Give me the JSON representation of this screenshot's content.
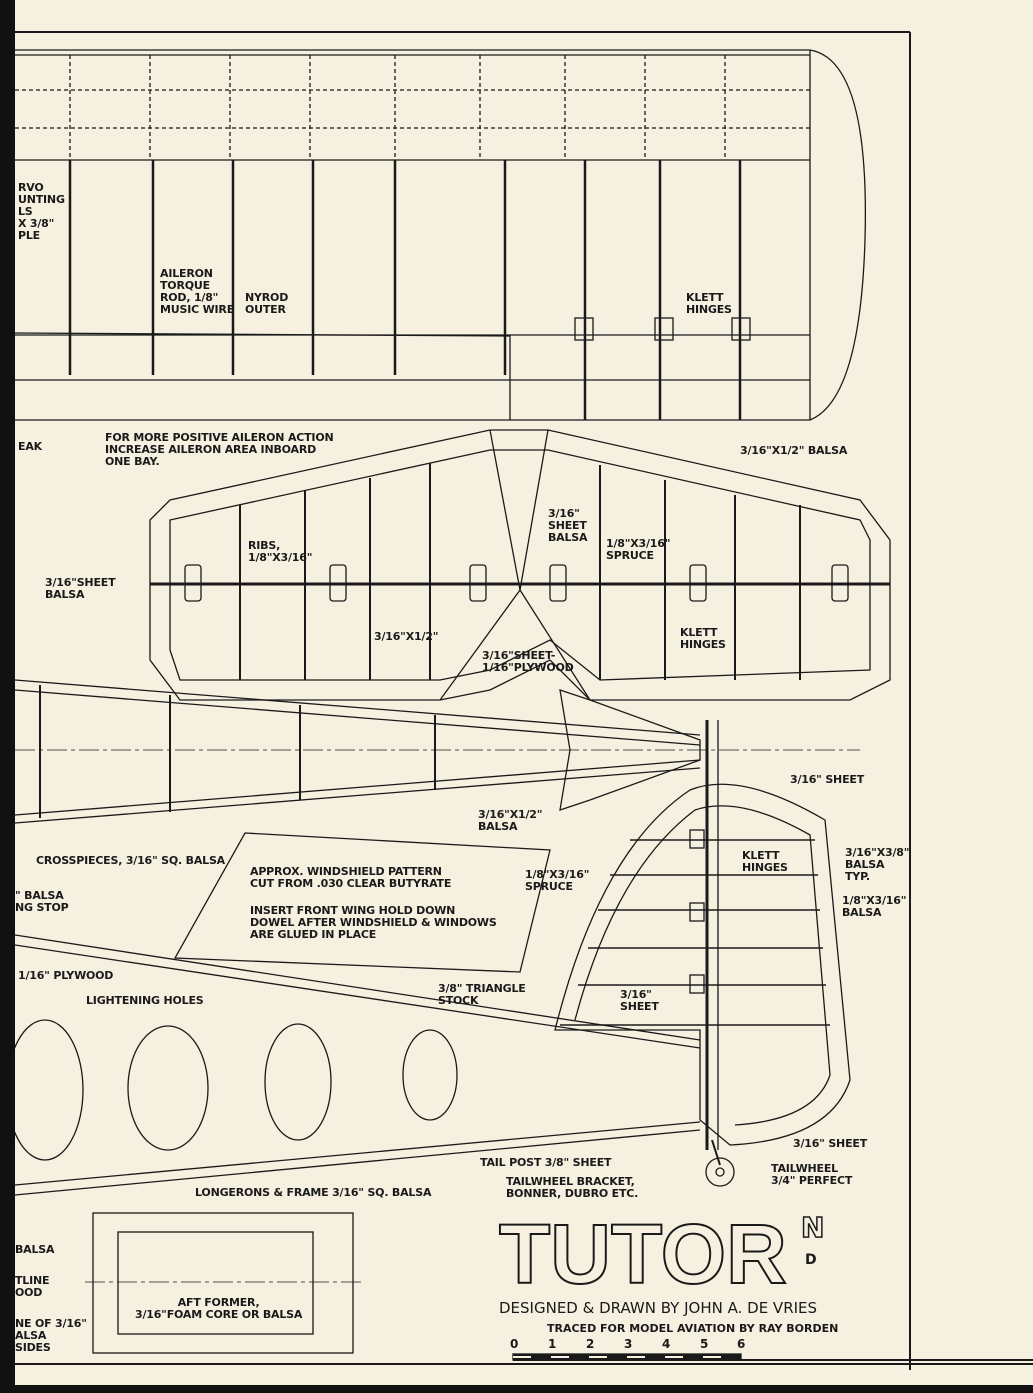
{
  "title": "TUTOR",
  "title_superscript": "N",
  "title_sub_letter": "D",
  "credit": "DESIGNED & DRAWN BY JOHN A. DE VRIES",
  "traced": "TRACED FOR MODEL AVIATION BY RAY BORDEN",
  "scale_ticks": [
    "0",
    "1",
    "2",
    "3",
    "4",
    "5",
    "6"
  ],
  "labels": {
    "servo_mounting": "RVO\nUNTING\nLS\nX 3/8\"\nPLE",
    "aileron_torque_rod": "AILERON\nTORQUE\nROD, 1/8\"\nMUSIC WIRE",
    "nyrod_outer": "NYROD\nOUTER",
    "klett_hinges_wing": "KLETT\nHINGES",
    "break": "EAK",
    "aileron_note": "FOR MORE POSITIVE AILERON ACTION\nINCREASE AILERON AREA INBOARD\nONE BAY.",
    "stab_le_balsa": "3/16\"X1/2\" BALSA",
    "ribs": "RIBS,\n1/8\"X3/16\"",
    "sheet_balsa_center": "3/16\"\nSHEET\nBALSA",
    "spruce_stab": "1/8\"X3/16\"\nSPRUCE",
    "sheet_balsa_tip": "3/16\"SHEET\nBALSA",
    "klett_hinges_stab": "KLETT\nHINGES",
    "stab_x_half": "3/16\"X1/2\"",
    "sheet_plywood": "3/16\"SHEET-\n1/16\"PLYWOOD",
    "fin_sheet": "3/16\" SHEET",
    "fin_base_balsa": "3/16\"X1/2\"\nBALSA",
    "crosspieces": "CROSSPIECES, 3/16\" SQ. BALSA",
    "windshield_note": "APPROX. WINDSHIELD PATTERN\nCUT FROM .030 CLEAR BUTYRATE",
    "dowel_note": "INSERT FRONT WING HOLD DOWN\nDOWEL AFTER WINDSHIELD & WINDOWS\nARE GLUED IN PLACE",
    "balsa_stop": "\" BALSA\nNG STOP",
    "klett_hinges_fin": "KLETT\nHINGES",
    "fin_outline": "3/16\"X3/8\"\nBALSA\nTYP.",
    "fin_spruce": "1/8\"X3/16\"\nSPRUCE",
    "fin_ribs": "1/8\"X3/16\"\nBALSA",
    "plywood": "1/16\" PLYWOOD",
    "lightening_holes": "LIGHTENING HOLES",
    "triangle_stock": "3/8\" TRIANGLE\nSTOCK",
    "rudder_sheet": "3/16\"\nSHEET",
    "tail_sheet": "3/16\" SHEET",
    "tail_post": "TAIL POST 3/8\" SHEET",
    "tailwheel_bracket": "TAILWHEEL BRACKET,\nBONNER, DUBRO ETC.",
    "tailwheel": "TAILWHEEL\n3/4\" PERFECT",
    "longerons": "LONGERONS & FRAME 3/16\" SQ. BALSA",
    "balsa_left": "BALSA",
    "outline_left": "TLINE\nOOD",
    "sides_left": "NE OF 3/16\"\nALSA\nSIDES",
    "aft_former": "AFT FORMER,\n3/16\"FOAM CORE OR BALSA"
  }
}
